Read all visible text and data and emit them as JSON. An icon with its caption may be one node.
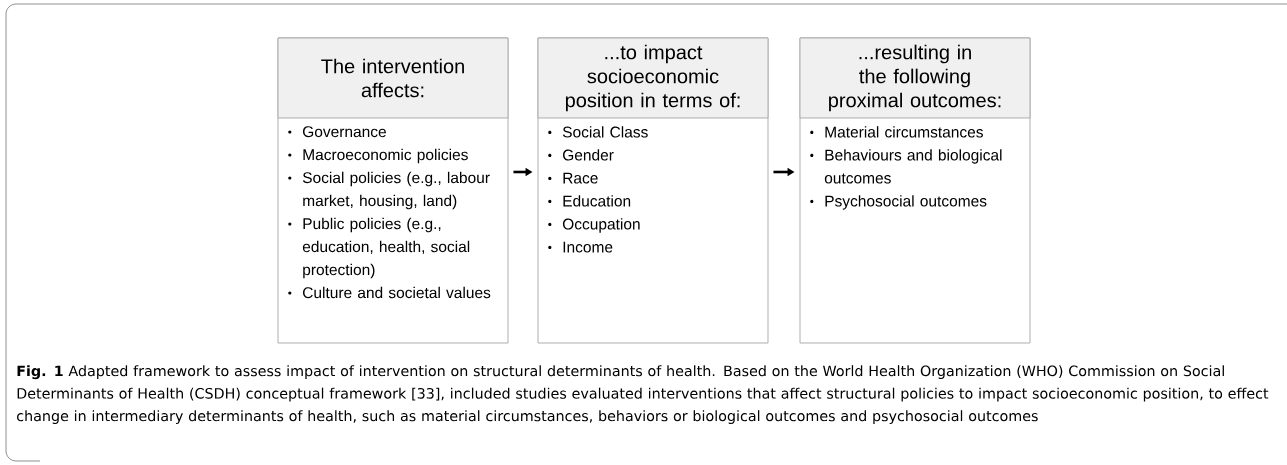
{
  "diagram": {
    "caption": "**Fig. 1** Adapted framework to assess impact of intervention on structural determinants of health. Based on the World Health Organization (WHO) Commission on Social Determinants of Health (CSDH) conceptual framework [33], included studies evaluated interventions that affect structural policies to impact socioeconomic position, to effect change in intermediary determinants of health, such as material circumstances, behaviors or biological outcomes and psychosocial outcomes",
    "nodes": [
      {
        "text": [
          "The intervention affects:",
          "Governance",
          "Macroeconomic policies",
          "Social policies (e.g., labour market, housing, land)",
          "Public policies (e.g., education, health, social protection)",
          "Culture and societal values"
        ]
      },
      {
        "text": [
          "...to impact socioeconomic position in terms of:",
          "Social Class",
          "Gender",
          "Race",
          "Education",
          "Occupation",
          "Income"
        ]
      },
      {
        "text": [
          "...resulting in the following proximal outcomes:",
          "Material circumstances",
          "Behaviours and biological outcomes",
          "Psychosocial outcomes"
        ]
      }
    ],
    "edges": [
      {
        "from": 0,
        "to": 1,
        "arrow": "to"
      },
      {
        "from": 1,
        "to": 2,
        "arrow": "to"
      }
    ]
  }
}
